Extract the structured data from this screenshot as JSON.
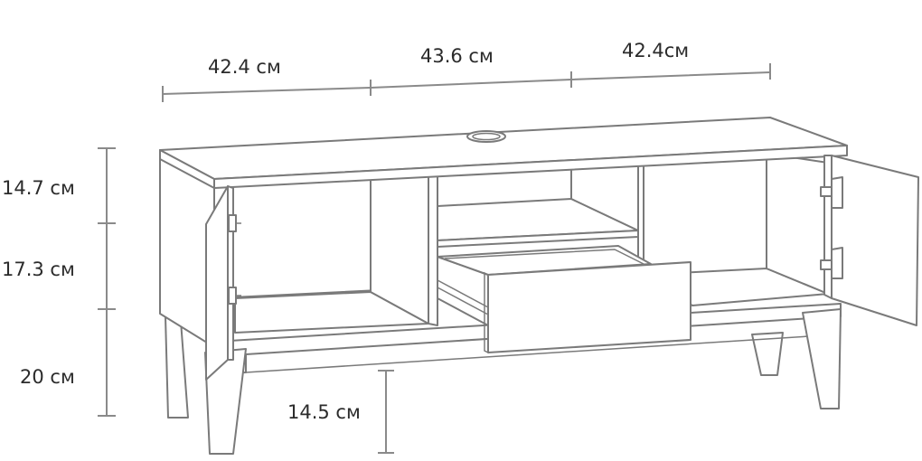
{
  "dimensions": {
    "width_left": "42.4 см",
    "width_center": "43.6 см",
    "width_right": "42.4см",
    "height_top": "14.7 см",
    "height_middle": "17.3 см",
    "height_bottom": "20 см",
    "clearance": "14.5 см"
  },
  "colors": {
    "line": "#7a7a7a",
    "dimension_line": "#8a8a8a",
    "text": "#2b2b2b",
    "background": "#ffffff"
  }
}
